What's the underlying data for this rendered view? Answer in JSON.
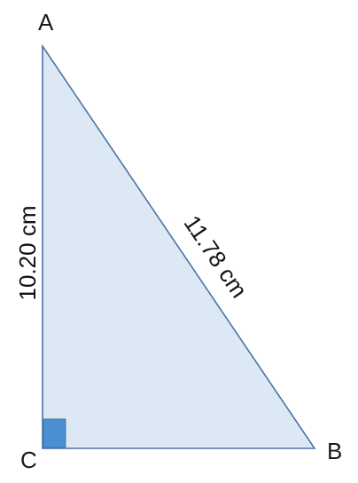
{
  "diagram": {
    "vertices": {
      "a": "A",
      "b": "B",
      "c": "C"
    },
    "sides": {
      "ac": "10.20 cm",
      "ab": "11.78 cm"
    },
    "colors": {
      "fill": "#dde8f5",
      "stroke": "#4a74a8",
      "right_angle_fill": "#4a8fd1"
    }
  }
}
